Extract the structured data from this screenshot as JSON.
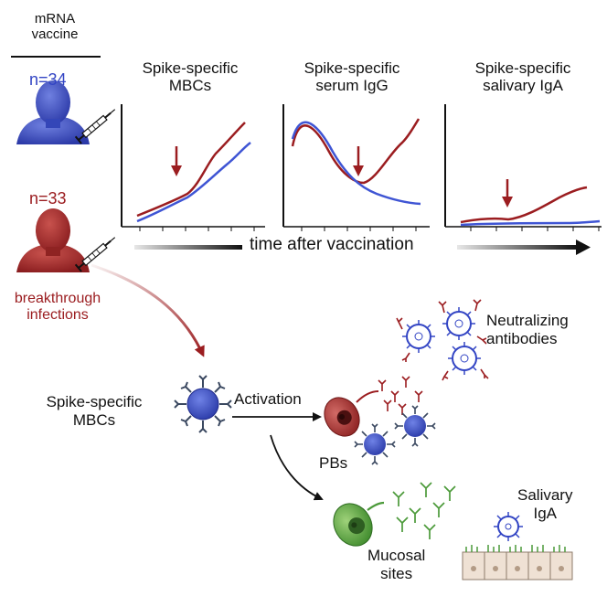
{
  "cohort": {
    "header_line1": "mRNA",
    "header_line2": "vaccine",
    "vaccine_only_n": "n=34",
    "breakthrough_n": "n=33",
    "breakthrough_line1": "breakthrough",
    "breakthrough_line2": "infections"
  },
  "panels": [
    {
      "title_line1": "Spike-specific",
      "title_line2": "MBCs"
    },
    {
      "title_line1": "Spike-specific",
      "title_line2": "serum IgG"
    },
    {
      "title_line1": "Spike-specific",
      "title_line2": "salivary IgA"
    }
  ],
  "time_axis_label": "time after vaccination",
  "mechanism": {
    "mbc_line1": "Spike-specific",
    "mbc_line2": "MBCs",
    "activation": "Activation",
    "pbs": "PBs",
    "neutralizing_line1": "Neutralizing",
    "neutralizing_line2": "antibodies",
    "mucosal_line1": "Mucosal",
    "mucosal_line2": "sites",
    "salivary_line1": "Salivary",
    "salivary_line2": "IgA"
  },
  "colors": {
    "vaccine_blue": "#3345c4",
    "breakthrough_red": "#9b1d20",
    "mucosal_green": "#4c9a3a"
  },
  "icons": [
    "person-silhouette-icon",
    "syringe-icon",
    "b-cell-icon",
    "plasmablast-icon",
    "virus-icon",
    "antibody-icon",
    "epithelium-icon",
    "arrow-icon"
  ]
}
